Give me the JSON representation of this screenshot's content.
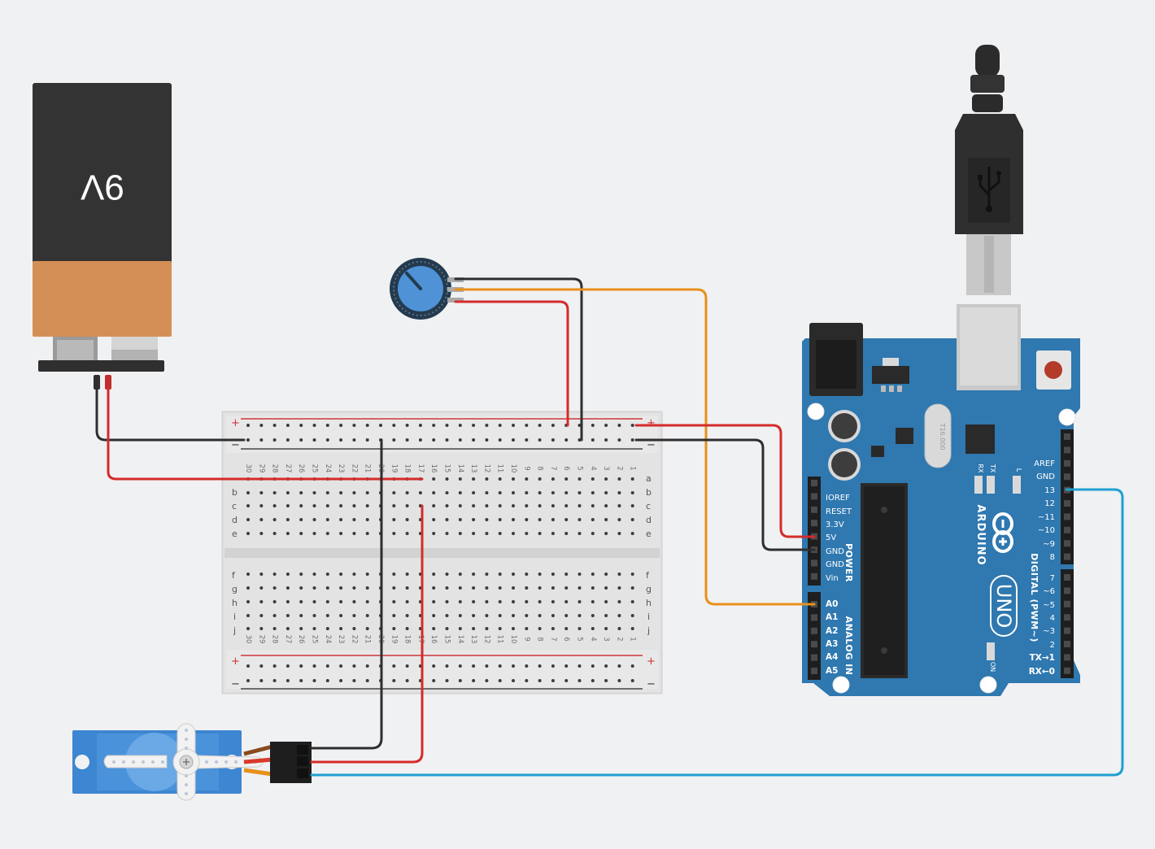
{
  "battery": {
    "label": "9V"
  },
  "breadboard": {
    "rail_plus": "+",
    "rail_minus": "−",
    "rows_top": [
      "a",
      "b",
      "c",
      "d",
      "e"
    ],
    "rows_bottom": [
      "f",
      "g",
      "h",
      "i",
      "j"
    ]
  },
  "arduino": {
    "brand": "ARDUINO",
    "model": "UNO",
    "crystal_text": "T16.000",
    "led_rx": "RX",
    "led_tx": "TX",
    "led_l": "L",
    "led_on": "ON",
    "power_header_label": "POWER",
    "analog_header_label": "ANALOG IN",
    "digital_header_label": "DIGITAL (PWM~)",
    "power_pins": [
      "IOREF",
      "RESET",
      "3.3V",
      "5V",
      "GND",
      "GND",
      "Vin"
    ],
    "analog_pins": [
      "A0",
      "A1",
      "A2",
      "A3",
      "A4",
      "A5"
    ],
    "digital_pins_high": [
      "AREF",
      "GND",
      "13",
      "12",
      "~11",
      "~10",
      "~9",
      "8"
    ],
    "digital_pins_low": [
      "7",
      "~6",
      "~5",
      "4",
      "~3",
      "2",
      "TX→1",
      "RX←0"
    ]
  },
  "colors": {
    "wire_red": "#d52b2b",
    "wire_black": "#2e2e2e",
    "wire_orange": "#e8901c",
    "wire_blue": "#1e9fd0",
    "board_blue": "#2f78b0",
    "battery_top": "#333333",
    "battery_bottom": "#d48f56",
    "servo_blue": "#3d86d1",
    "pot_blue": "#4f93d6"
  },
  "icons": [
    "usb-icon",
    "arduino-logo-icon"
  ]
}
